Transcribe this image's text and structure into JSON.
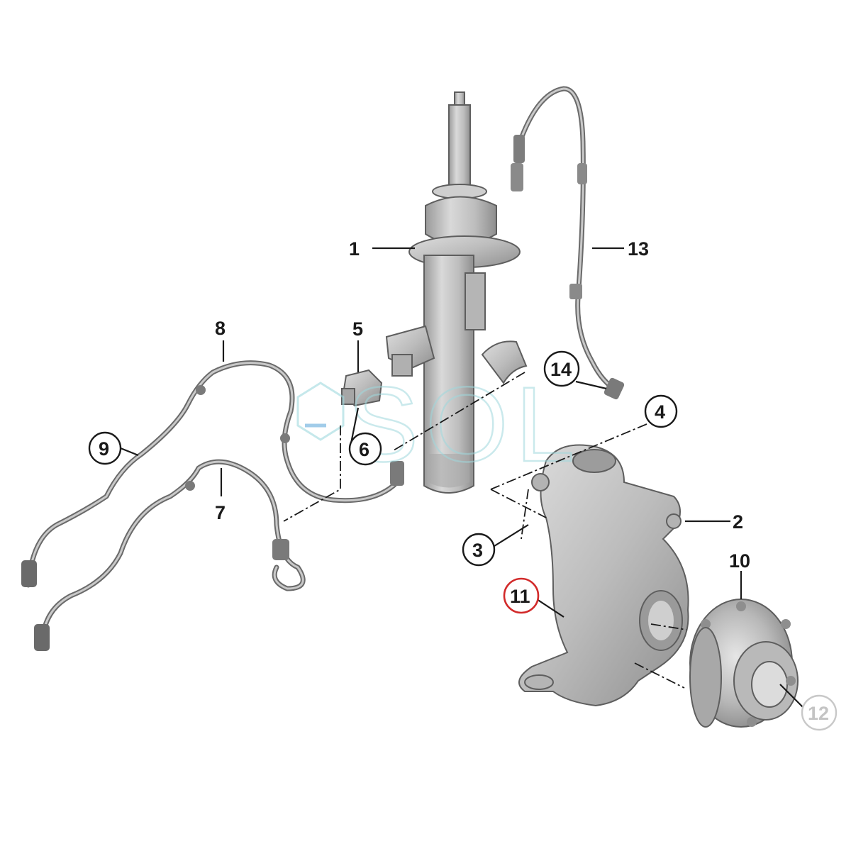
{
  "watermark": {
    "text": "SOL"
  },
  "callouts": [
    {
      "id": "1",
      "label": "1",
      "style": "plain"
    },
    {
      "id": "2",
      "label": "2",
      "style": "plain"
    },
    {
      "id": "3",
      "label": "3",
      "style": "circled"
    },
    {
      "id": "4",
      "label": "4",
      "style": "circled"
    },
    {
      "id": "5",
      "label": "5",
      "style": "plain"
    },
    {
      "id": "6",
      "label": "6",
      "style": "circled"
    },
    {
      "id": "7",
      "label": "7",
      "style": "plain"
    },
    {
      "id": "8",
      "label": "8",
      "style": "plain"
    },
    {
      "id": "9",
      "label": "9",
      "style": "circled"
    },
    {
      "id": "10",
      "label": "10",
      "style": "plain"
    },
    {
      "id": "11",
      "label": "11",
      "style": "circled-highlighted"
    },
    {
      "id": "12",
      "label": "12",
      "style": "circled-faded"
    },
    {
      "id": "13",
      "label": "13",
      "style": "plain"
    },
    {
      "id": "14",
      "label": "14",
      "style": "circled"
    }
  ],
  "colors": {
    "part": "#c2c2c2",
    "outline": "#5e5e5e",
    "highlight": "#d22a2a",
    "watermark": "#9fd8dd"
  }
}
